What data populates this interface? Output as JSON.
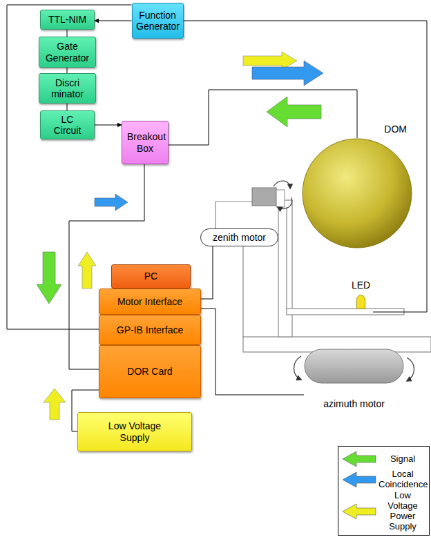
{
  "diagram": {
    "nodes": [
      {
        "text": [
          "TTL-NIM"
        ]
      },
      {
        "text": [
          "Function Generator"
        ]
      },
      {
        "text": [
          "Gate Generator"
        ]
      },
      {
        "text": [
          "Discri minator"
        ]
      },
      {
        "text": [
          "LC Circuit"
        ]
      },
      {
        "text": [
          "Breakout Box"
        ]
      },
      {
        "text": [
          "DOM"
        ]
      },
      {
        "text": [
          "zenith motor"
        ]
      },
      {
        "text": [
          "PC"
        ]
      },
      {
        "text": [
          "Motor Interface"
        ]
      },
      {
        "text": [
          "LED"
        ]
      },
      {
        "text": [
          "GP-IB Interface"
        ]
      },
      {
        "text": [
          "DOR Card"
        ]
      },
      {
        "text": [
          "azimuth motor"
        ]
      },
      {
        "text": [
          "Low Voltage Supply"
        ]
      }
    ],
    "edges": [
      {
        "from": 1,
        "to": 0,
        "arrow": "to"
      },
      {
        "from": 0,
        "to": 2,
        "arrow": "none"
      },
      {
        "from": 2,
        "to": 3,
        "arrow": "none"
      },
      {
        "from": 3,
        "to": 4,
        "arrow": "none"
      },
      {
        "from": 4,
        "to": 5,
        "arrow": "to"
      },
      {
        "from": 5,
        "to": 6,
        "arrow": "none"
      },
      {
        "from": 5,
        "to": 12,
        "arrow": "none"
      },
      {
        "from": 9,
        "to": 7,
        "arrow": "none"
      },
      {
        "from": 9,
        "to": 13,
        "arrow": "none"
      },
      {
        "from": 11,
        "to": 1,
        "arrow": "none"
      },
      {
        "from": 1,
        "to": 10,
        "arrow": "none"
      },
      {
        "from": 12,
        "to": 14,
        "arrow": "none"
      }
    ],
    "legend": [
      {
        "text": "Signal",
        "color": "#66dd33"
      },
      {
        "text": "Local Coincidence",
        "color": "#3399ee"
      },
      {
        "text": "Low Voltage Power Supply",
        "color": "#eeee22"
      }
    ]
  }
}
